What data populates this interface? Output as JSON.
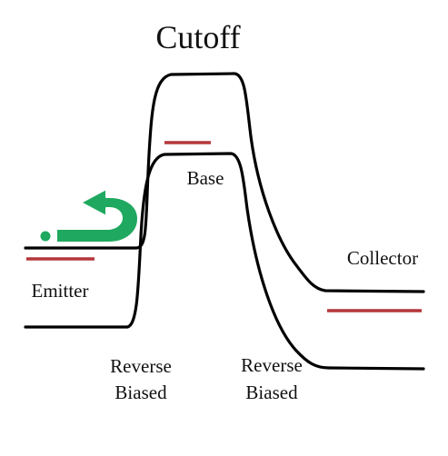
{
  "title": "Cutoff",
  "labels": {
    "base": "Base",
    "emitter": "Emitter",
    "collector": "Collector",
    "left_junction_line1": "Reverse",
    "left_junction_line2": "Biased",
    "right_junction_line1": "Reverse",
    "right_junction_line2": "Biased"
  },
  "colors": {
    "band_line": "#000000",
    "fermi_level": "#b5363a",
    "arrow": "#1fa85f",
    "arrow_outline": "#ffffff"
  },
  "icons": {
    "electron": "electron-dot-icon",
    "reflect_arrow": "u-turn-arrow-icon"
  }
}
